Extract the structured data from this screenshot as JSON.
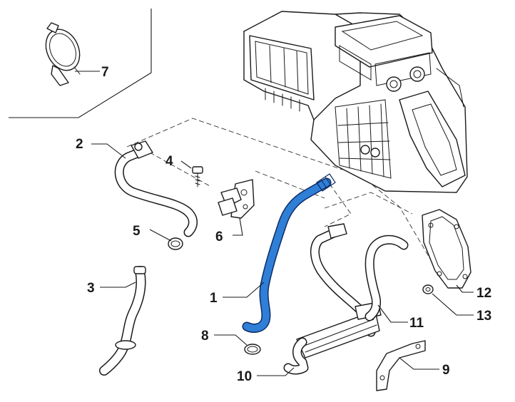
{
  "diagram": {
    "callouts": [
      {
        "id": "c1",
        "label": "1"
      },
      {
        "id": "c2",
        "label": "2"
      },
      {
        "id": "c3",
        "label": "3"
      },
      {
        "id": "c4",
        "label": "4"
      },
      {
        "id": "c5",
        "label": "5"
      },
      {
        "id": "c6",
        "label": "6"
      },
      {
        "id": "c7",
        "label": "7"
      },
      {
        "id": "c8",
        "label": "8"
      },
      {
        "id": "c9",
        "label": "9"
      },
      {
        "id": "c10",
        "label": "10"
      },
      {
        "id": "c11",
        "label": "11"
      },
      {
        "id": "c12",
        "label": "12"
      },
      {
        "id": "c13",
        "label": "13"
      }
    ],
    "highlighted_part": "1",
    "colors": {
      "highlight": "#2f7fd6",
      "highlight_outline": "#0d2a66",
      "line": "#1a1a1a"
    }
  }
}
